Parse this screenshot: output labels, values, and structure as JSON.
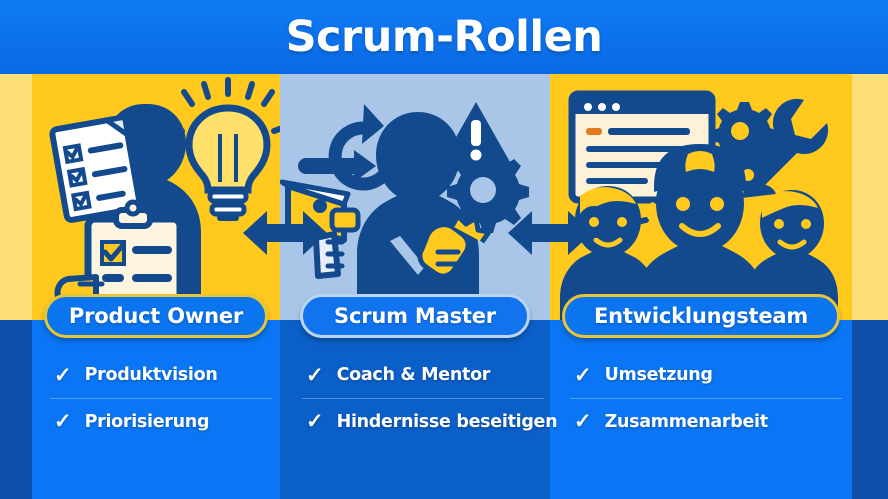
{
  "header": {
    "title": "Scrum-Rollen"
  },
  "theme": {
    "header_blue": "#0b72ef",
    "panel_yellow": "#ffc91d",
    "panel_light_blue": "#a9c6e8",
    "margin_yellow": "#ffdf78",
    "bottom_blue": "#0a76f5",
    "bottom_blue_mid": "#0b5fc8",
    "margin_blue": "#0c4ea8",
    "icon_navy": "#134a8e",
    "badge_border_yellow": "#e8c537",
    "white": "#ffffff"
  },
  "roles": [
    {
      "id": "product-owner",
      "badge": "Product Owner",
      "panel_background": "#ffc91d",
      "icons": [
        "person-icon",
        "checklist-document-icon",
        "clipboard-check-icon",
        "lightbulb-icon"
      ],
      "bullets": [
        {
          "check": "✓",
          "label": "Produktvision"
        },
        {
          "check": "✓",
          "label": "Priorisierung"
        }
      ]
    },
    {
      "id": "scrum-master",
      "badge": "Scrum Master",
      "panel_background": "#a9c6e8",
      "icons": [
        "person-icon",
        "refresh-cycle-arrow-icon",
        "warning-triangle-icon",
        "gear-icon",
        "megaphone-icon",
        "handshake-icon"
      ],
      "bullets": [
        {
          "check": "✓",
          "label": "Coach & Mentor"
        },
        {
          "check": "✓",
          "label": "Hindernisse beseitigen"
        }
      ]
    },
    {
      "id": "entwicklungsteam",
      "badge": "Entwicklungsteam",
      "panel_background": "#ffc91d",
      "icons": [
        "team-group-icon",
        "browser-window-icon",
        "wrench-gear-icon"
      ],
      "bullets": [
        {
          "check": "✓",
          "label": "Umsetzung"
        },
        {
          "check": "✓",
          "label": "Zusammenarbeit"
        }
      ]
    }
  ],
  "connectors": [
    {
      "id": "arrow-po-sm",
      "type": "double-arrow-icon"
    },
    {
      "id": "arrow-sm-team",
      "type": "double-arrow-icon"
    }
  ]
}
